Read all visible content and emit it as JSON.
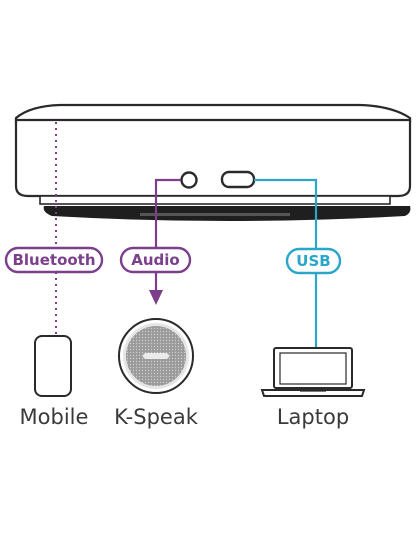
{
  "connections": {
    "bluetooth": {
      "label": "Bluetooth",
      "color": "#7b3f8c",
      "style": "dotted"
    },
    "audio": {
      "label": "Audio",
      "color": "#7b3f8c",
      "style": "solid-arrow"
    },
    "usb": {
      "label": "USB",
      "color": "#2aa6c8",
      "style": "solid"
    }
  },
  "devices": {
    "mobile": {
      "label": "Mobile",
      "icon": "phone-icon"
    },
    "kspeak": {
      "label": "K-Speak",
      "icon": "speaker-icon"
    },
    "laptop": {
      "label": "Laptop",
      "icon": "laptop-icon"
    }
  },
  "hub": {
    "icon": "conference-hub-icon",
    "ports": [
      "audio-jack",
      "usb-port"
    ]
  },
  "colors": {
    "outline": "#2a2a2a",
    "purple": "#7b3f8c",
    "cyan": "#2aa6c8",
    "text": "#3a3a3a"
  }
}
